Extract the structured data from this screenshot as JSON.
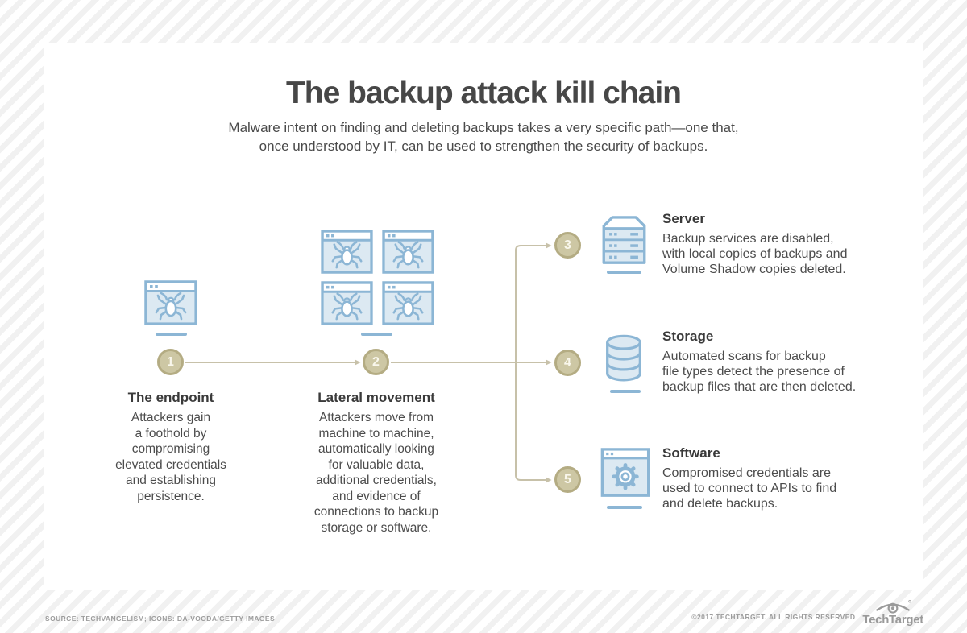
{
  "header": {
    "title": "The backup attack kill chain",
    "subtitle_lines": [
      "Malware intent on finding and deleting backups takes a very specific path—one that,",
      "once understood by IT, can be used to strengthen the security of backups."
    ]
  },
  "steps": [
    {
      "num": "1",
      "label": "The endpoint",
      "desc_lines": [
        "Attackers gain",
        "a foothold by",
        "compromising",
        "elevated credentials",
        "and establishing",
        "persistence."
      ],
      "icon": "infected-window-icon"
    },
    {
      "num": "2",
      "label": "Lateral movement",
      "desc_lines": [
        "Attackers move from",
        "machine to machine,",
        "automatically looking",
        "for valuable data,",
        "additional credentials,",
        "and evidence of",
        "connections to backup",
        "storage or software."
      ],
      "icon": "infected-window-grid-icon"
    },
    {
      "num": "3",
      "label": "Server",
      "desc_lines": [
        "Backup services are disabled,",
        "with local copies of backups and",
        "Volume Shadow copies deleted."
      ],
      "icon": "server-icon"
    },
    {
      "num": "4",
      "label": "Storage",
      "desc_lines": [
        "Automated scans for backup",
        "file types detect the presence of",
        "backup files that are then deleted."
      ],
      "icon": "storage-database-icon"
    },
    {
      "num": "5",
      "label": "Software",
      "desc_lines": [
        "Compromised credentials are",
        "used to connect to APIs to find",
        "and delete backups."
      ],
      "icon": "software-gear-window-icon"
    }
  ],
  "footer": {
    "source": "SOURCE: TECHVANGELISM; ICONS: DA-VOODA/GETTY IMAGES",
    "copyright": "©2017 TECHTARGET. ALL RIGHTS RESERVED",
    "brand": "TechTarget"
  },
  "colors": {
    "icon_outline_blue": "#8cb6d5",
    "icon_fill_blue": "#dce9f2",
    "marker_fill": "#cdc7a4",
    "marker_border": "#b4ac83",
    "connector": "#c7c1a9",
    "title_text": "#474747",
    "body_text": "#4c4c4c",
    "footer_text": "#9d9d9d",
    "stripe_gray": "#f1f1f1"
  }
}
